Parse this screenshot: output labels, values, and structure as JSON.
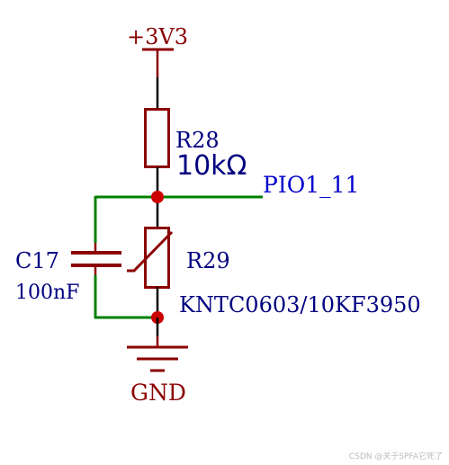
{
  "nets": {
    "power": "+3V3",
    "signal": "PIO1_11",
    "ground": "GND"
  },
  "components": {
    "r28": {
      "designator": "R28",
      "value": "10kΩ"
    },
    "r29": {
      "designator": "R29",
      "value": "KNTC0603/10KF3950"
    },
    "c17": {
      "designator": "C17",
      "value": "100nF"
    }
  },
  "watermark": "CSDN @关于SPFA它死了",
  "colors": {
    "component": "#8B0000",
    "text": "#000080",
    "net": "#0000CD",
    "signal": "#008000",
    "wire": "#000000",
    "junction": "#CC0000",
    "watermark": "#BBBBBB"
  }
}
